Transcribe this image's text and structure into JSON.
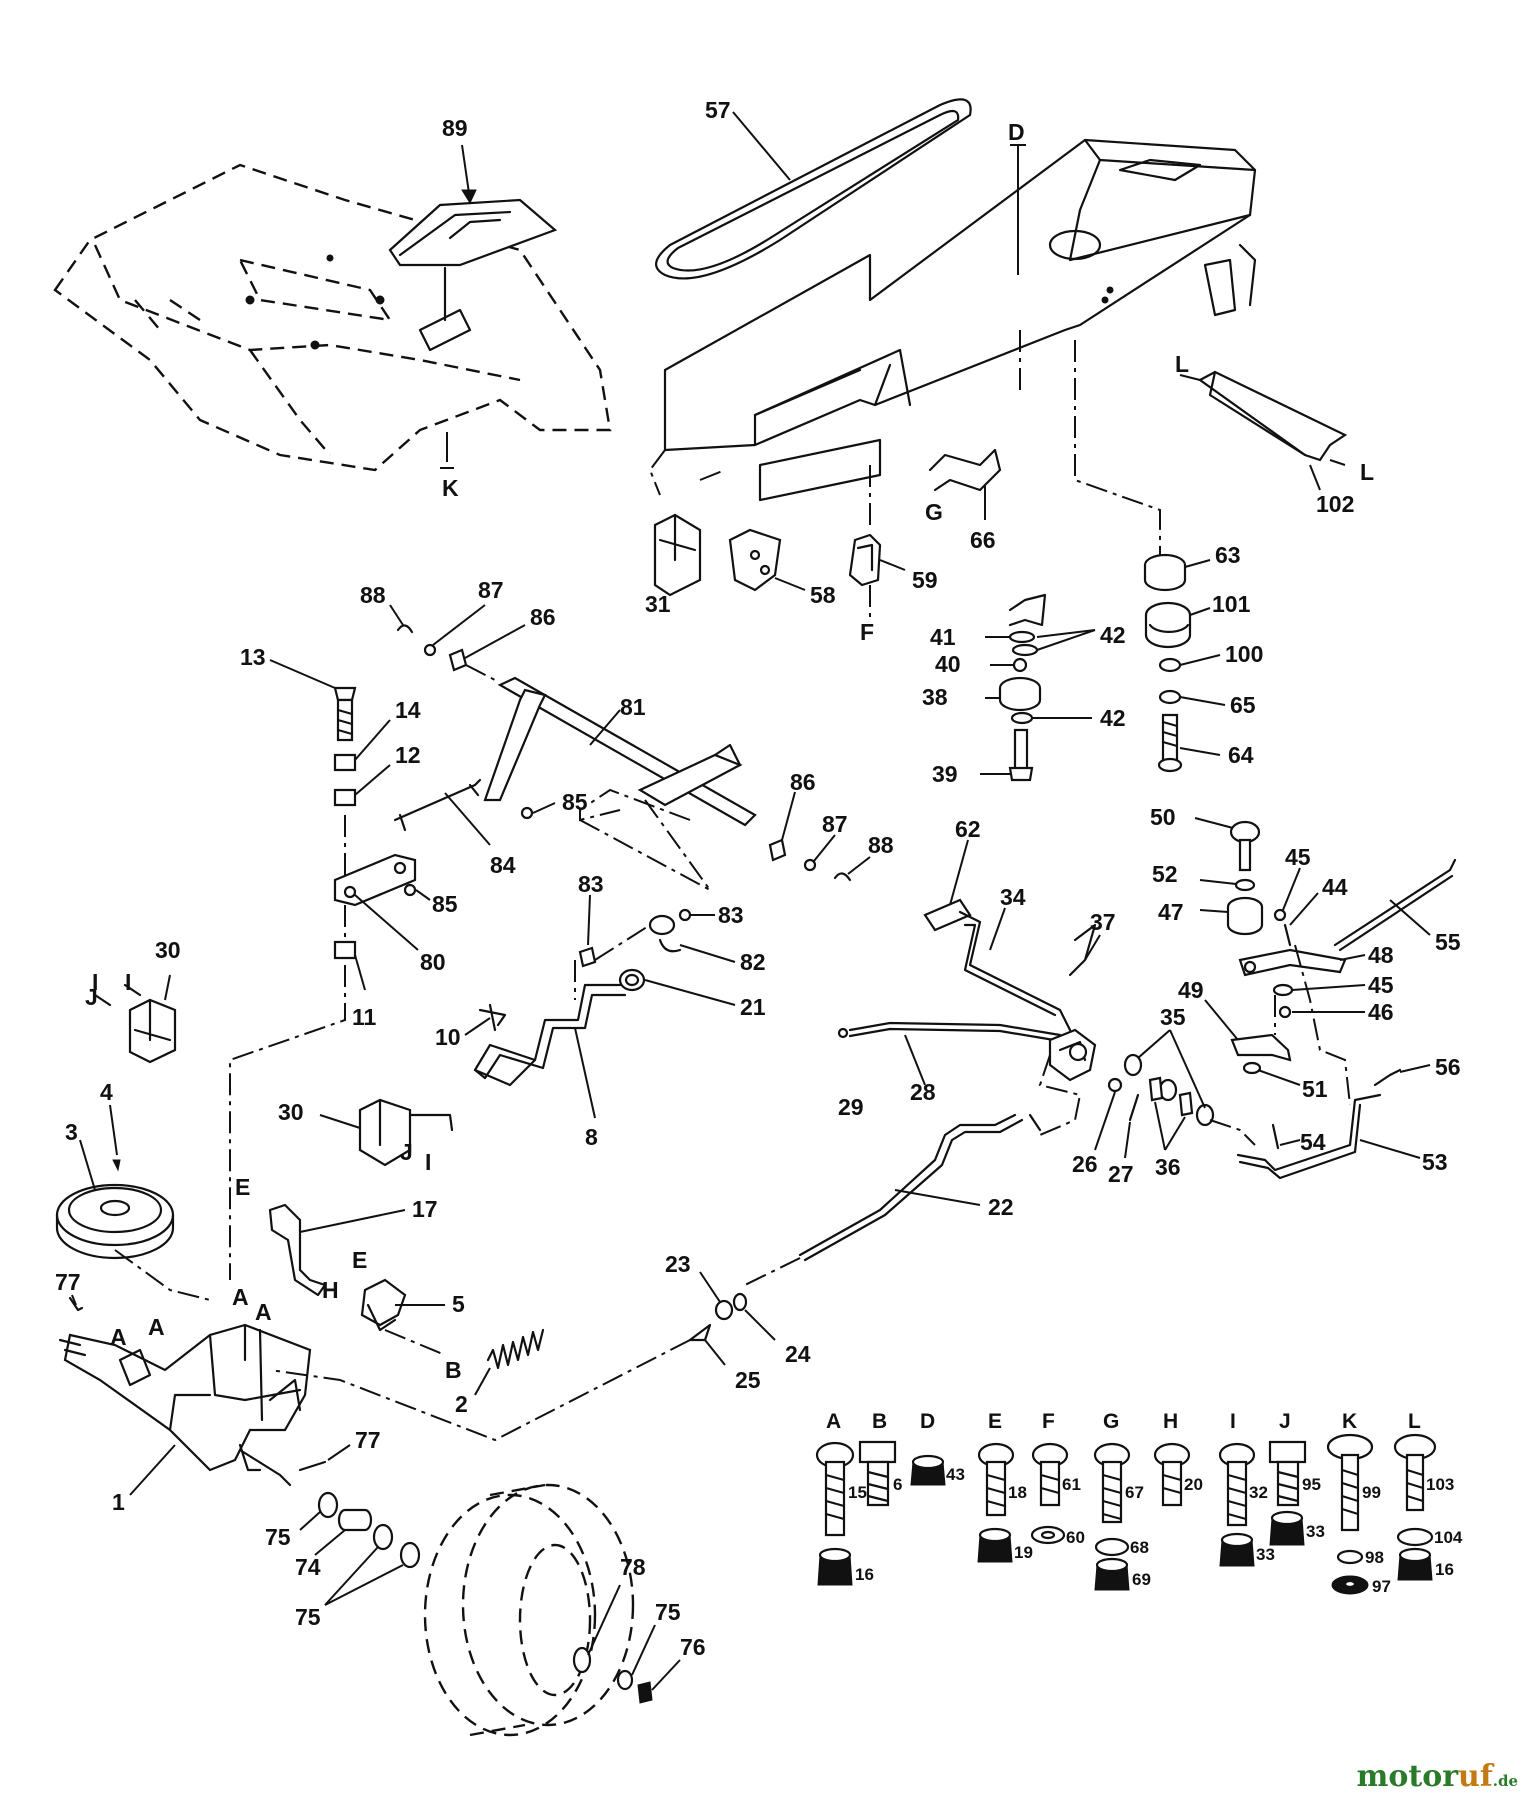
{
  "labels": {
    "p1": "1",
    "p2": "2",
    "p3": "3",
    "p4": "4",
    "p5": "5",
    "p8": "8",
    "p10": "10",
    "p11": "11",
    "p12": "12",
    "p13": "13",
    "p14": "14",
    "p17": "17",
    "p21": "21",
    "p22": "22",
    "p23": "23",
    "p24": "24",
    "p25": "25",
    "p26": "26",
    "p27": "27",
    "p28": "28",
    "p29": "29",
    "p30a": "30",
    "p30b": "30",
    "p31": "31",
    "p34": "34",
    "p35": "35",
    "p36": "36",
    "p37": "37",
    "p38": "38",
    "p39": "39",
    "p40": "40",
    "p41": "41",
    "p42a": "42",
    "p42b": "42",
    "p44": "44",
    "p45a": "45",
    "p45b": "45",
    "p46": "46",
    "p47": "47",
    "p48": "48",
    "p49": "49",
    "p50": "50",
    "p51": "51",
    "p52": "52",
    "p53": "53",
    "p54": "54",
    "p55": "55",
    "p56": "56",
    "p57": "57",
    "p58": "58",
    "p59": "59",
    "p62": "62",
    "p63": "63",
    "p64": "64",
    "p65": "65",
    "p66": "66",
    "p74": "74",
    "p75a": "75",
    "p75b": "75",
    "p75c": "75",
    "p76": "76",
    "p77a": "77",
    "p77b": "77",
    "p78": "78",
    "p80": "80",
    "p81": "81",
    "p82": "82",
    "p83a": "83",
    "p83b": "83",
    "p84": "84",
    "p85a": "85",
    "p85b": "85",
    "p86a": "86",
    "p86b": "86",
    "p87a": "87",
    "p87b": "87",
    "p88a": "88",
    "p88b": "88",
    "p89": "89",
    "p100": "100",
    "p101": "101",
    "p102": "102"
  },
  "markers": {
    "A1": "A",
    "A2": "A",
    "A3": "A",
    "A4": "A",
    "B": "B",
    "D": "D",
    "E1": "E",
    "E2": "E",
    "F": "F",
    "G": "G",
    "H": "H",
    "I1": "I",
    "I2": "I",
    "I3": "I",
    "J1": "J",
    "J2": "J",
    "K": "K",
    "L1": "L",
    "L2": "L"
  },
  "hardware_key": [
    {
      "key": "A",
      "bolt": "15",
      "nut": "16"
    },
    {
      "key": "B",
      "bolt": "6"
    },
    {
      "key": "D",
      "nut": "43"
    },
    {
      "key": "E",
      "bolt": "18",
      "nut": "19"
    },
    {
      "key": "F",
      "bolt": "61",
      "washer": "60"
    },
    {
      "key": "G",
      "bolt": "67",
      "washer": "68",
      "nut": "69"
    },
    {
      "key": "H",
      "bolt": "20"
    },
    {
      "key": "I",
      "bolt": "32",
      "nut": "33"
    },
    {
      "key": "J",
      "bolt": "95",
      "nut": "33"
    },
    {
      "key": "K",
      "bolt": "99",
      "washer": "98",
      "nut": "97"
    },
    {
      "key": "L",
      "bolt": "103",
      "washer": "104",
      "nut": "16"
    }
  ],
  "watermark": {
    "brand": "motor",
    "brand2": "uf",
    "tld": ".de"
  }
}
